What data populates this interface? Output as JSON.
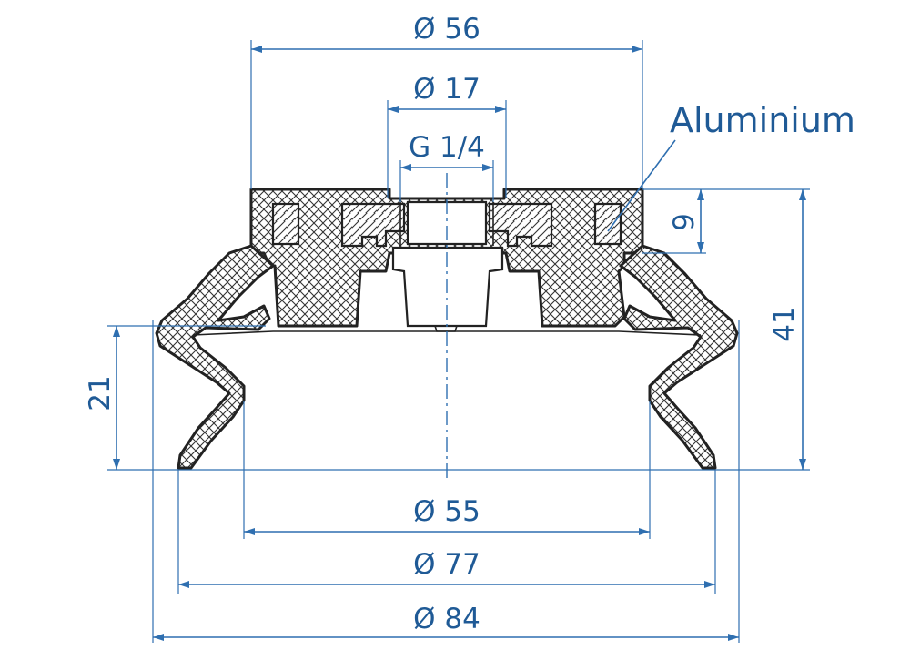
{
  "dimensions": {
    "d56": "Ø 56",
    "d17": "Ø 17",
    "thread": "G 1/4",
    "d55": "Ø 55",
    "d77": "Ø 77",
    "d84": "Ø 84",
    "h41": "41",
    "h21": "21",
    "h9": "9"
  },
  "material_label": "Aluminium",
  "colors": {
    "dimension": "#1f5a96",
    "outline": "#222222"
  }
}
